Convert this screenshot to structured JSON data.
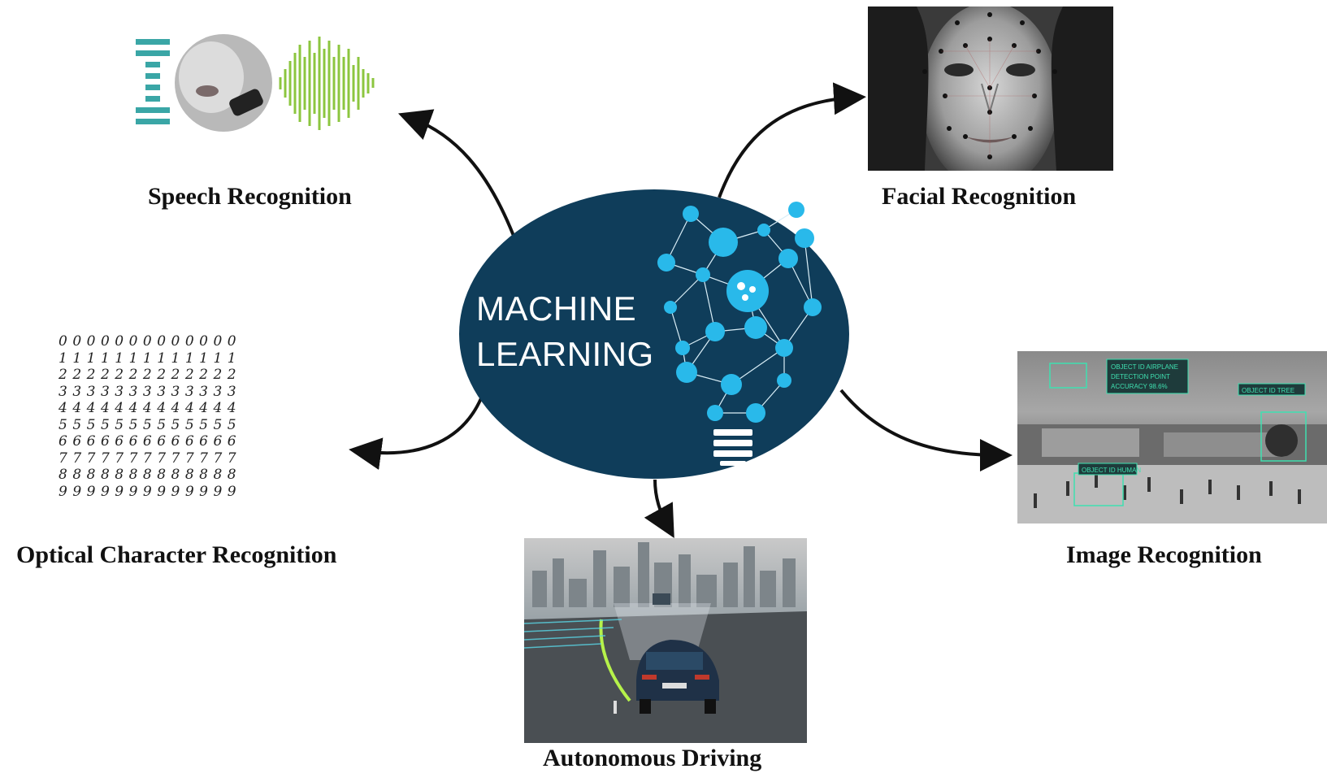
{
  "hub": {
    "line1": "MACHINE",
    "line2": "LEARNING",
    "fill": "#0f3d5a",
    "node_color": "#29b9ea"
  },
  "applications": {
    "speech": {
      "label": "Speech Recognition",
      "icon": "speech-waveform-icon"
    },
    "facial": {
      "label": "Facial Recognition",
      "icon": "face-landmarks-photo"
    },
    "ocr": {
      "label": "Optical Character Recognition",
      "icon": "handwritten-digits-grid"
    },
    "image": {
      "label": "Image Recognition",
      "icon": "object-detection-photo"
    },
    "driving": {
      "label": "Autonomous Driving",
      "icon": "self-driving-car-photo"
    }
  },
  "image_overlays": {
    "tag1_lines": [
      "OBJECT ID AIRPLANE",
      "DETECTION POINT",
      "ACCURACY 98.6%"
    ],
    "tag2": "OBJECT ID TREE",
    "tag3": "OBJECT ID HUMAN"
  },
  "digits": [
    "0000000000000",
    "1111111111111",
    "2222222222222",
    "3333333333333",
    "4444444444444",
    "5555555555555",
    "6666666666666",
    "7777777777777",
    "8888888888888",
    "9999999999999"
  ]
}
